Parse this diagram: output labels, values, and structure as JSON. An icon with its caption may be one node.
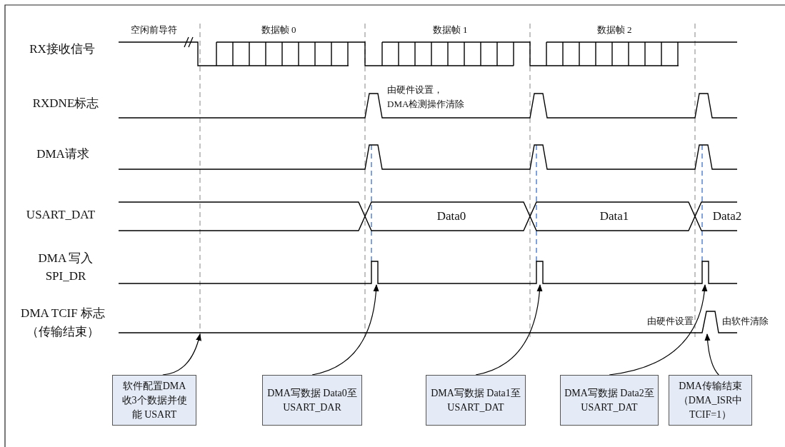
{
  "diagram": {
    "nodes": [
      {
        "text": [
          "软件配置DMA收3个数据并使能 USART"
        ]
      },
      {
        "text": [
          "DMA写数据 Data0至USART_DAR"
        ]
      },
      {
        "text": [
          "DMA写数据 Data1至USART_DAT"
        ]
      },
      {
        "text": [
          "DMA写数据 Data2至USART_DAT"
        ]
      },
      {
        "text": [
          "DMA传输结束（DMA_ISR中TCIF=1）"
        ]
      }
    ],
    "edges": [
      {
        "from": 0,
        "to": null,
        "arrow": "to"
      },
      {
        "from": 1,
        "to": null,
        "arrow": "to"
      },
      {
        "from": 2,
        "to": null,
        "arrow": "to"
      },
      {
        "from": 3,
        "to": null,
        "arrow": "to"
      },
      {
        "from": 4,
        "to": null,
        "arrow": "to"
      }
    ],
    "labels": [
      "空闲前导符",
      "数据帧 0",
      "数据帧 1",
      "数据帧 2",
      "RX接收信号",
      "RXDNE标志",
      "由硬件设置，DMA检测操作清除",
      "DMA请求",
      "USART_DAT",
      "Data0",
      "Data1",
      "Data2",
      "DMA 写入 SPI_DR",
      "DMA TCIF 标志（传输结束）",
      "由硬件设置",
      "由软件清除"
    ]
  }
}
